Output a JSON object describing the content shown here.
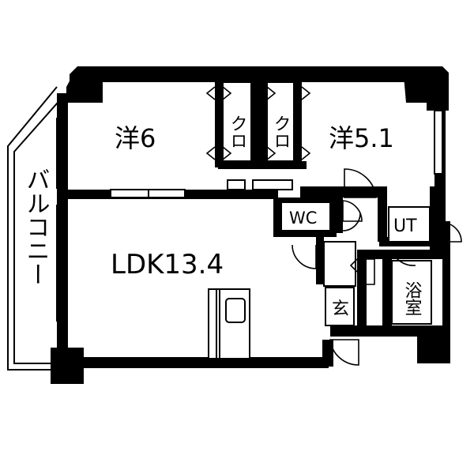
{
  "rooms": {
    "western_1": "洋6",
    "western_2": "洋5.1",
    "closet_1": "クロ",
    "closet_2": "クロ",
    "ldk": "LDK13.4",
    "wc": "WC",
    "utility": "UT",
    "bath": "浴室",
    "entrance": "玄",
    "balcony": "バルコニー"
  },
  "colors": {
    "wall": "#000000",
    "background": "#ffffff"
  }
}
